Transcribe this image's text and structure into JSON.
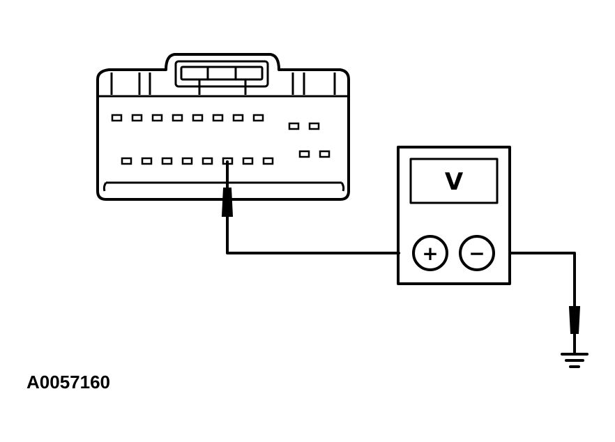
{
  "figure": {
    "id_label": "A0057160"
  },
  "meter": {
    "display_symbol": "V",
    "positive_terminal": "+",
    "negative_terminal": "−"
  },
  "connector": {
    "top_row_pins": 8,
    "bottom_row_pins": 8,
    "probed_pin_index": 5
  },
  "colors": {
    "line": "#000000",
    "background": "#ffffff"
  }
}
